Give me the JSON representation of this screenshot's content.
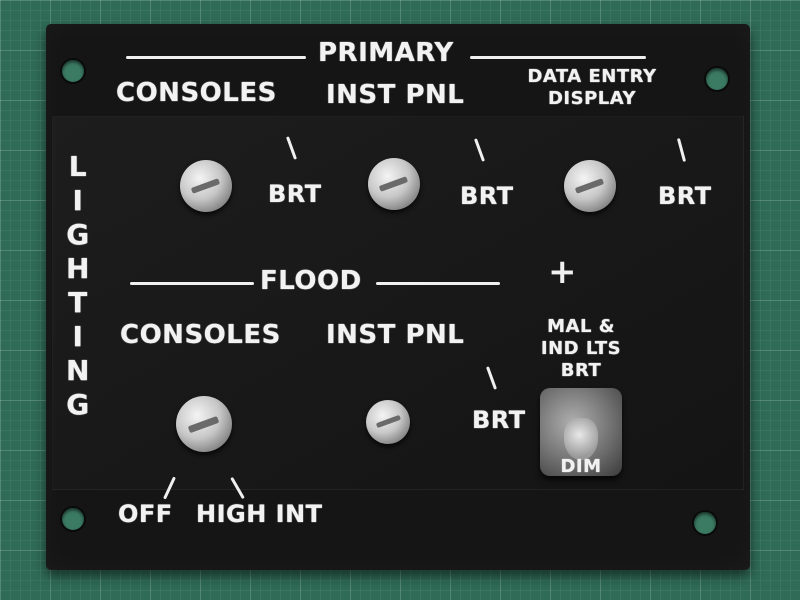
{
  "panel": {
    "vertical_title": [
      "L",
      "I",
      "G",
      "H",
      "T",
      "I",
      "N",
      "G"
    ],
    "primary": {
      "title": "PRIMARY",
      "consoles": "CONSOLES",
      "inst_pnl": "INST PNL",
      "data_entry_line1": "DATA ENTRY",
      "data_entry_line2": "DISPLAY",
      "brt_labels": [
        "BRT",
        "BRT",
        "BRT"
      ]
    },
    "flood": {
      "title": "FLOOD",
      "consoles": "CONSOLES",
      "inst_pnl": "INST PNL",
      "brt": "BRT",
      "off": "OFF",
      "high_int": "HIGH INT"
    },
    "mal_ind": {
      "plus": "+",
      "line1": "MAL &",
      "line2": "IND LTS",
      "brt": "BRT",
      "dim": "DIM"
    }
  }
}
